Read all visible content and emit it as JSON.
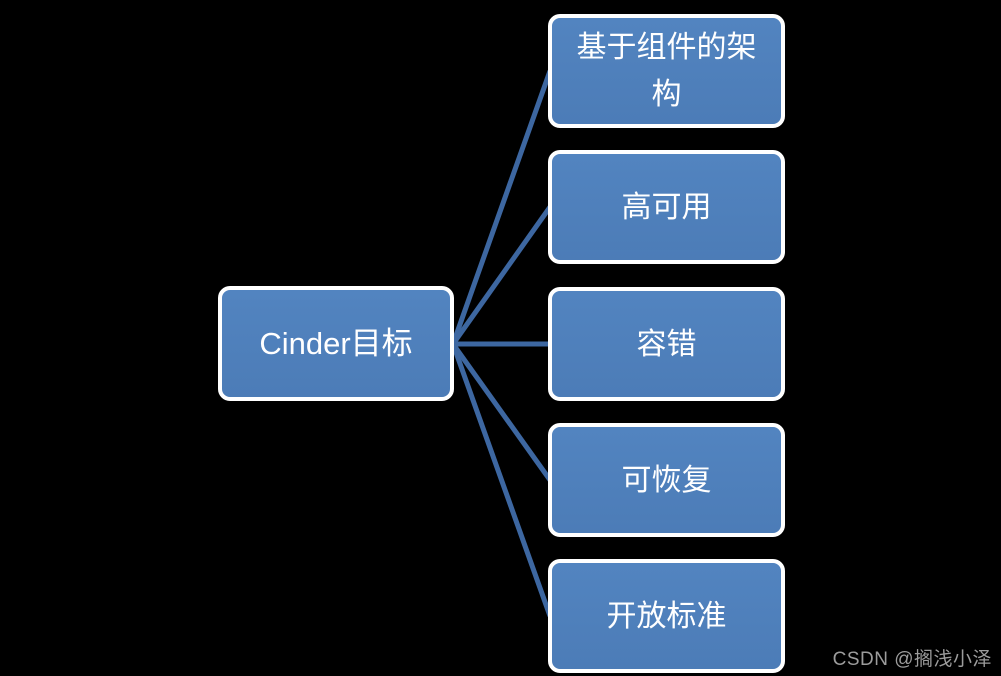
{
  "diagram": {
    "root": {
      "label": "Cinder目标"
    },
    "children": [
      {
        "label": "基于组件的架构"
      },
      {
        "label": "高可用"
      },
      {
        "label": "容错"
      },
      {
        "label": "可恢复"
      },
      {
        "label": "开放标准"
      }
    ]
  },
  "watermark": {
    "text": "CSDN @搁浅小泽"
  },
  "colors": {
    "background": "#000000",
    "node_fill": "#4f81bd",
    "node_border": "#ffffff",
    "node_text": "#ffffff",
    "connector": "#3d67a1",
    "watermark_text": "#9c9c9c"
  }
}
